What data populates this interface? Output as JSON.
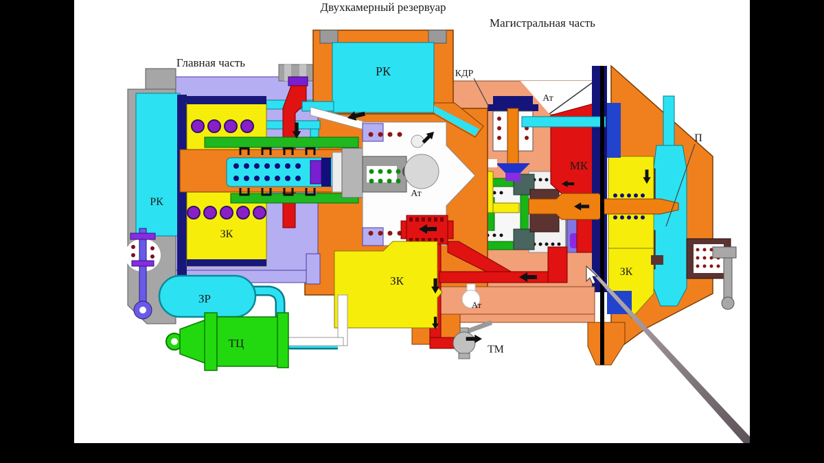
{
  "titles": {
    "reservoir": "Двухкамерный резервуар",
    "line_section": "Магистральная часть",
    "main_section": "Главная часть"
  },
  "labels": {
    "rk_reservoir": "РК",
    "kdr": "КДР",
    "at_top": "Ат",
    "at_center": "Ат",
    "at_bottom": "Ат",
    "mk": "МК",
    "rk_left": "РК",
    "zk_left": "ЗК",
    "zk_center": "ЗК",
    "zk_right": "ЗК",
    "zr_tank": "ЗР",
    "tc_cylinder": "ТЦ",
    "tm_line": "ТМ",
    "p_chamber": "П"
  },
  "colors": {
    "body_orange": "#f07f1e",
    "salmon": "#f2a077",
    "lavender": "#b6aef2",
    "cyan": "#2ce1f2",
    "yellow": "#f6ee0a",
    "red": "#e01212",
    "navy": "#14147a",
    "green_channel": "#1fb81f",
    "green_cylinder": "#22d80e",
    "purple": "#8a1fc8",
    "violet": "#7a1ed2",
    "slate_blue": "#8276e2",
    "royal_blue": "#2244cc",
    "maroon": "#5b3331",
    "gray": "#a6a6a6",
    "frame_bar": "#000000"
  }
}
